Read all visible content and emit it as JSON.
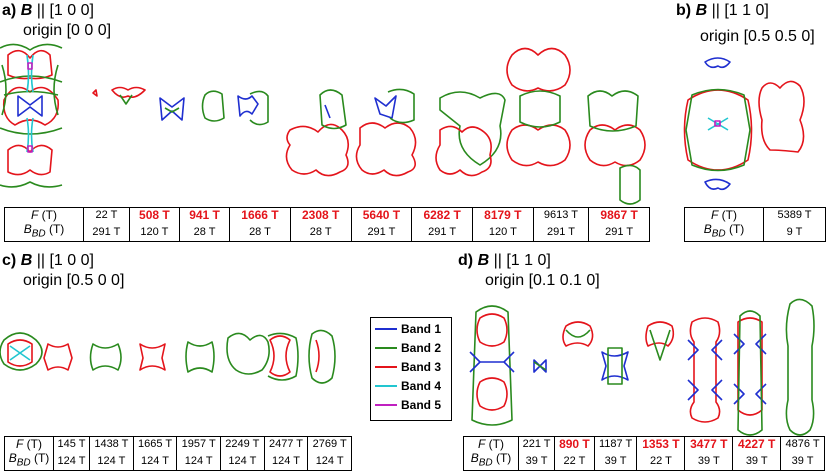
{
  "panels": [
    {
      "label": "a)",
      "direction": "|| [1 0 0]",
      "origin": "origin [0 0 0]"
    },
    {
      "label": "b)",
      "direction": "|| [1 1 0]",
      "origin": "origin [0.5 0.5 0]"
    },
    {
      "label": "c)",
      "direction": "|| [1 0 0]",
      "origin": "origin [0.5 0 0]"
    },
    {
      "label": "d)",
      "direction": "|| [1 1 0]",
      "origin": "origin [0.1 0.1 0]"
    }
  ],
  "field_symbol": "B",
  "table_labels": {
    "f": "F",
    "f_unit": "(T)",
    "b": "B",
    "b_sub": "BD",
    "b_unit": "(T)"
  },
  "tables": {
    "a": {
      "f": [
        "22 T",
        "508 T",
        "941 T",
        "1666 T",
        "2308 T",
        "5640 T",
        "6282 T",
        "8179 T",
        "9613 T",
        "9867 T"
      ],
      "b": [
        "291 T",
        "120 T",
        "28 T",
        "28 T",
        "28 T",
        "291 T",
        "291 T",
        "120 T",
        "291 T",
        "291 T"
      ],
      "highlight": [
        false,
        true,
        true,
        true,
        true,
        true,
        true,
        true,
        false,
        true
      ]
    },
    "b": {
      "f": [
        "5389 T"
      ],
      "b": [
        "9 T"
      ],
      "highlight": [
        false
      ]
    },
    "c": {
      "f": [
        "145 T",
        "1438 T",
        "1665 T",
        "1957 T",
        "2249 T",
        "2477 T",
        "2769 T"
      ],
      "b": [
        "124 T",
        "124 T",
        "124 T",
        "124 T",
        "124 T",
        "124 T",
        "124 T"
      ],
      "highlight": [
        false,
        false,
        false,
        false,
        false,
        false,
        false
      ]
    },
    "d": {
      "f": [
        "221 T",
        "890 T",
        "1187 T",
        "1353 T",
        "3477 T",
        "4227 T",
        "4876 T"
      ],
      "b": [
        "39 T",
        "22 T",
        "39 T",
        "22 T",
        "39 T",
        "39 T",
        "39 T"
      ],
      "highlight": [
        false,
        true,
        false,
        true,
        true,
        true,
        false
      ]
    }
  },
  "legend": [
    {
      "label": "Band 1",
      "color": "#1f2fd0"
    },
    {
      "label": "Band 2",
      "color": "#2a8a1e"
    },
    {
      "label": "Band 3",
      "color": "#e4141b"
    },
    {
      "label": "Band 4",
      "color": "#22c6d0"
    },
    {
      "label": "Band 5",
      "color": "#c020c0"
    }
  ],
  "colors": {
    "highlight": "#e4141b"
  }
}
